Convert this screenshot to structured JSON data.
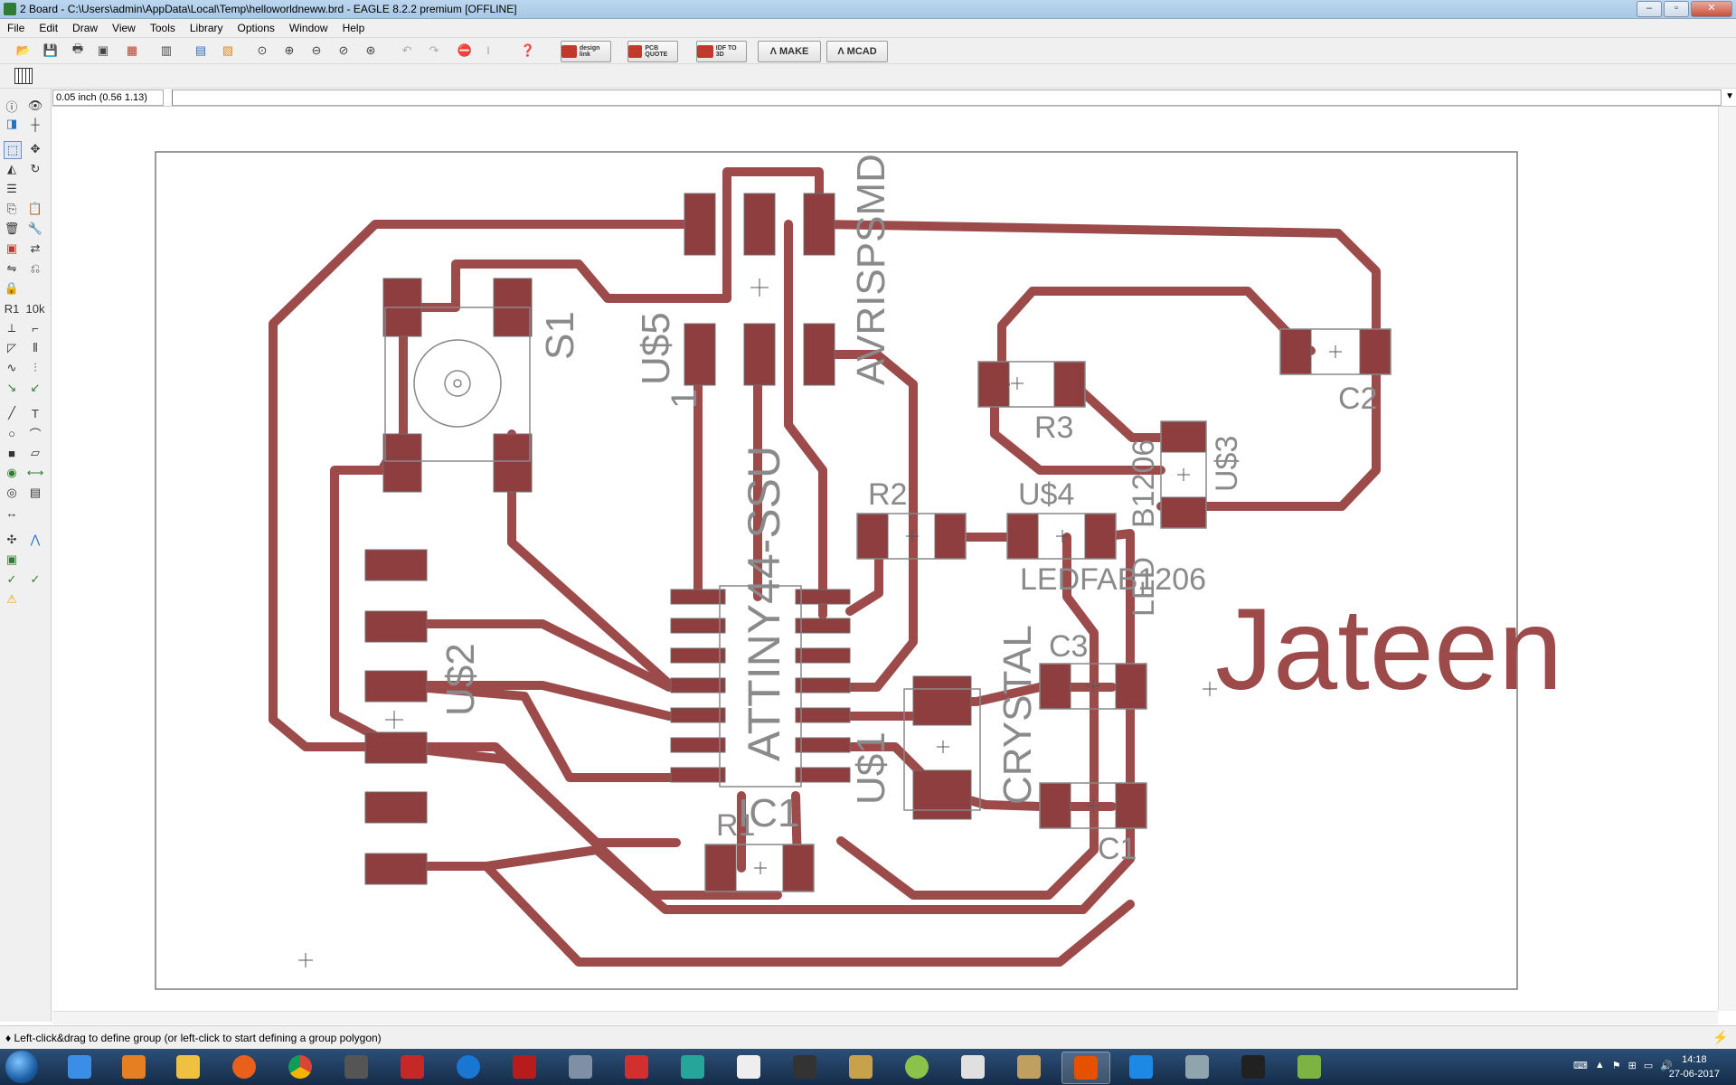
{
  "window": {
    "title": "2 Board - C:\\Users\\admin\\AppData\\Local\\Temp\\helloworldneww.brd - EAGLE 8.2.2 premium [OFFLINE]",
    "buttons": [
      "minimize",
      "maximize",
      "close"
    ]
  },
  "menu": [
    "File",
    "Edit",
    "Draw",
    "View",
    "Tools",
    "Library",
    "Options",
    "Window",
    "Help"
  ],
  "toolbar": {
    "icons": [
      "open-icon",
      "save-icon",
      "print-icon",
      "cam-icon",
      "sch-icon",
      "board-icon",
      "scr-icon",
      "ulp-icon",
      "zoom-fit-icon",
      "zoom-in-icon",
      "zoom-out-icon",
      "zoom-select-icon",
      "zoom-redraw-icon",
      "undo-icon",
      "redo-icon",
      "stop-icon",
      "go-icon",
      "help-icon"
    ],
    "wide_buttons": [
      {
        "label": "design link"
      },
      {
        "label": "PCB QUOTE"
      },
      {
        "label": "IDF TO 3D"
      },
      {
        "label": "MAKE"
      },
      {
        "label": "MCAD"
      }
    ]
  },
  "coord": "0.05 inch (0.56 1.13)",
  "status": "Left-click&drag to define group (or left-click to start defining a group polygon)",
  "board": {
    "trace_color": "#9c4a4a",
    "pad_color": "#8e3e3e",
    "labels": {
      "s1": "S1",
      "us5": "U$5",
      "us5_pin": "1",
      "avr": "AVRISPSMD",
      "r3": "R3",
      "c2": "C2",
      "us3": "U$3",
      "b1206": "B1206",
      "r2": "R2",
      "us4": "U$4",
      "ledfab": "LEDFAB1206",
      "led": "LED",
      "c3": "C3",
      "crystal": "CRYSTAL",
      "attiny": "ATTINY44-SSU",
      "ic1": "IC1",
      "us1": "U$1",
      "r1": "R1",
      "c1": "C1",
      "us2": "U$2",
      "jateen": "Jateen"
    }
  },
  "clock": {
    "time": "14:18",
    "date": "27-06-2017"
  }
}
